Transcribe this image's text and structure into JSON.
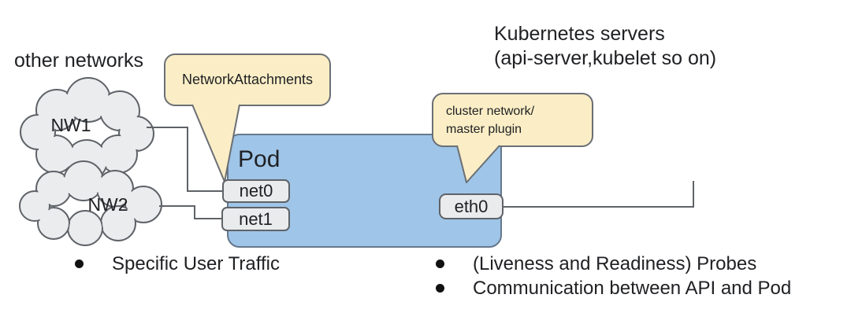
{
  "labels": {
    "other_networks": "other networks",
    "kubernetes_servers_line1": "Kubernetes servers",
    "kubernetes_servers_line2": "(api-server,kubelet so on)"
  },
  "clouds": [
    {
      "label": "NW1"
    },
    {
      "label": "NW2"
    }
  ],
  "pod": {
    "label": "Pod",
    "interfaces": [
      {
        "name": "net0"
      },
      {
        "name": "net1"
      },
      {
        "name": "eth0"
      }
    ]
  },
  "callouts": [
    {
      "text": "NetworkAttachments"
    },
    {
      "line1": "cluster network/",
      "line2": "master plugin"
    }
  ],
  "bullets": [
    {
      "text": "Specific User Traffic"
    },
    {
      "text": "(Liveness and Readiness) Probes"
    },
    {
      "text": "Communication between API and Pod"
    }
  ],
  "colors": {
    "pod_fill": "#9fc5e8",
    "pod_border": "#66788c",
    "callout_fill": "#fbeec6",
    "callout_border": "#6b6f75",
    "interface_box_fill": "#e9ebec",
    "interface_box_border": "#5f6368",
    "cloud_fill": "#ebecee",
    "cloud_border": "#5f6368",
    "connector_line": "#5f6368",
    "text": "#202124",
    "background": "#ffffff"
  }
}
